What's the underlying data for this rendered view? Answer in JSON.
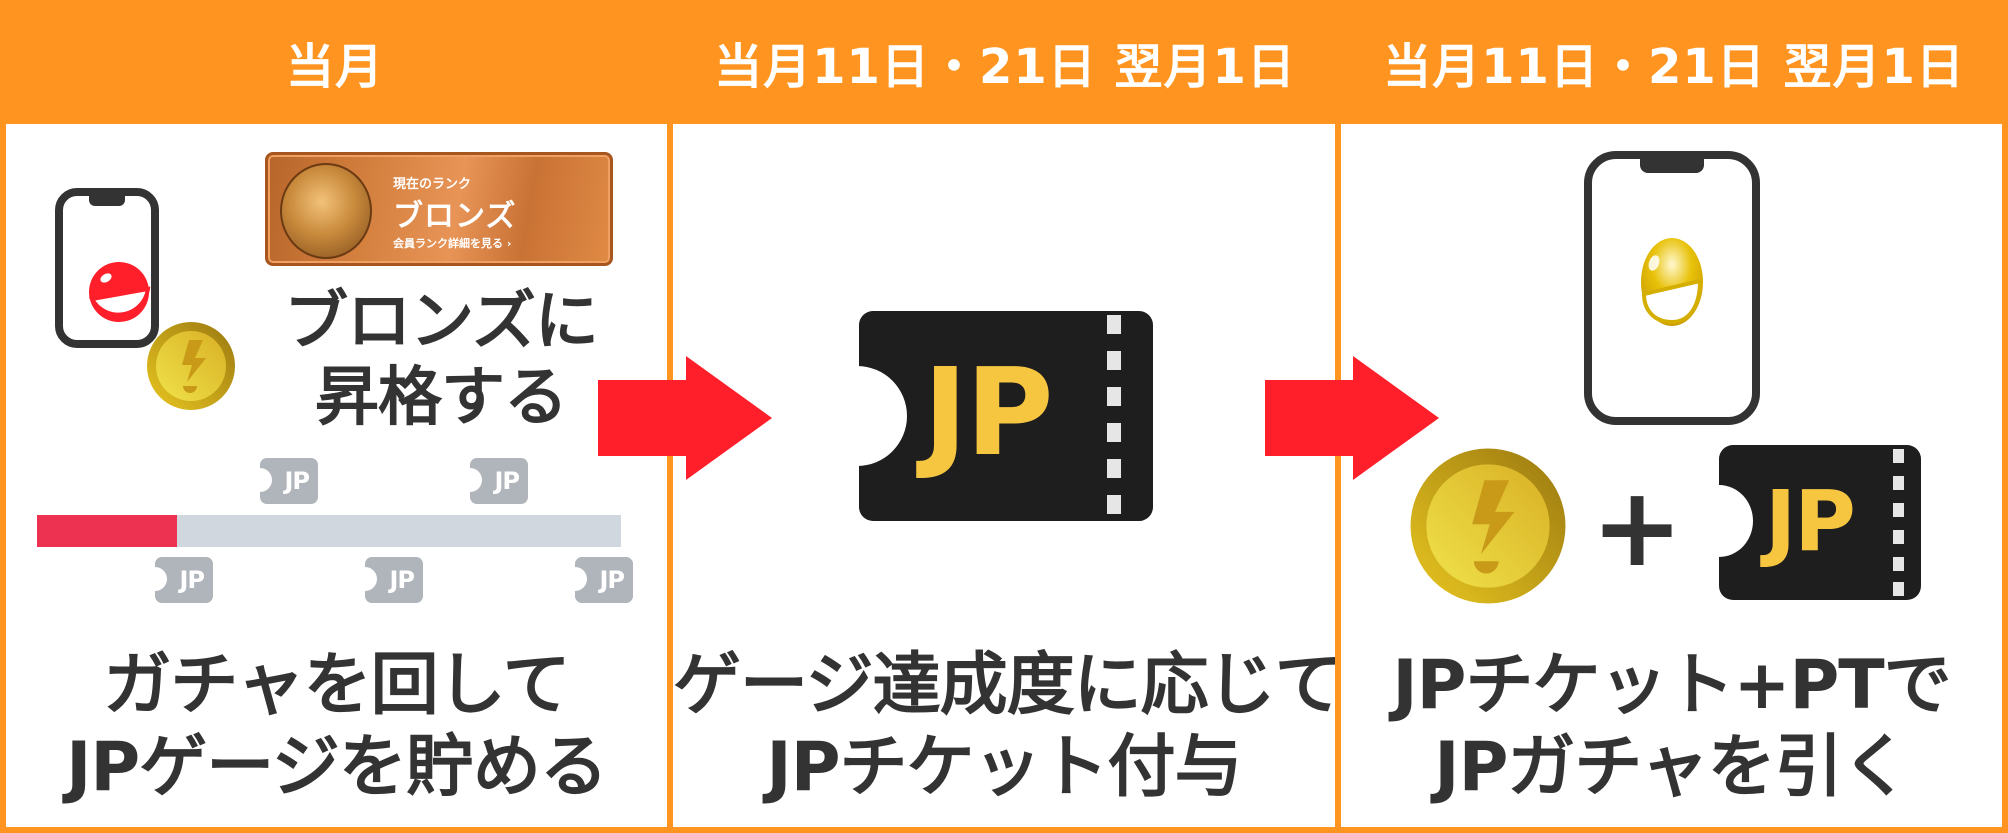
{
  "colors": {
    "frame_orange": "#ff9520",
    "arrow_red": "#ff1f2a",
    "gauge_fill": "#ec3250",
    "gauge_track": "#d1d7df",
    "ticket_dark": "#1e1e1f",
    "ticket_text_yellow": "#f7c640",
    "text_dark": "#333333",
    "mini_ticket_gray": "#b0b4bb"
  },
  "headers": [
    {
      "label": "当月"
    },
    {
      "label": "当月11日・21日 翌月1日"
    },
    {
      "label": "当月11日・21日 翌月1日"
    }
  ],
  "step1": {
    "rank_badge": {
      "small_label": "現在のランク",
      "rank_name": "ブロンズ",
      "link_text": "会員ランク詳細を見る ›"
    },
    "promo_lines": [
      "ブロンズに",
      "昇格する"
    ],
    "gauge": {
      "fill_percent": 23
    },
    "gauge_tickets": {
      "top": [
        "JP",
        "JP"
      ],
      "bottom": [
        "JP",
        "JP",
        "JP"
      ]
    },
    "caption_lines": [
      "ガチャを回して",
      "JPゲージを貯める"
    ]
  },
  "step2": {
    "ticket_label": "JP",
    "caption_lines": [
      "ゲージ達成度に応じて",
      "JPチケット付与"
    ]
  },
  "step3": {
    "plus_symbol": "+",
    "ticket_label": "JP",
    "caption_lines": [
      "JPチケット+PTで",
      "JPガチャを引く"
    ]
  },
  "icons": {
    "phone": "smartphone-icon",
    "red_mascot": "red-ball-mascot-icon",
    "gold_mascot": "gold-ball-mascot-icon",
    "coin": "lightning-coin-icon",
    "ticket": "jp-ticket-icon",
    "arrow": "arrow-right-icon"
  }
}
